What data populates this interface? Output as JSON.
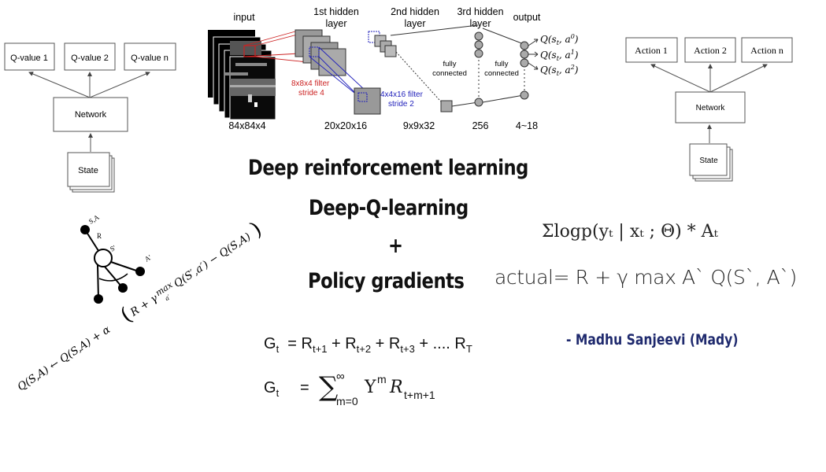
{
  "left_diagram": {
    "outputs": [
      "Q-value 1",
      "Q-value 2",
      "Q-value n"
    ],
    "network": "Network",
    "state": "State"
  },
  "right_diagram": {
    "outputs": [
      "Action 1",
      "Action 2",
      "Action n"
    ],
    "network": "Network",
    "state": "State"
  },
  "dqn_architecture": {
    "columns": [
      "input",
      "1st hidden layer",
      "2nd hidden layer",
      "3rd hidden layer",
      "output"
    ],
    "sizes": [
      "84x84x4",
      "20x20x16",
      "9x9x32",
      "256",
      "4~18"
    ],
    "filter1": {
      "line1": "8x8x4 filter",
      "line2": "stride 4",
      "color": "#cc2222"
    },
    "filter2": {
      "line1": "4x4x16 filter",
      "line2": "stride 2",
      "color": "#2222bb"
    },
    "fc_label": {
      "line1": "fully",
      "line2": "connected"
    },
    "outputs": [
      "Q(s_t, a^0)",
      "Q(s_t, a^1)",
      "Q(s_t, a^2)"
    ]
  },
  "title": {
    "line1": "Deep reinforcement learning",
    "line2": "Deep-Q-learning",
    "plus": "+",
    "line3": "Policy gradients"
  },
  "tree": {
    "labels": [
      "S,A",
      "R",
      "S'",
      "A'"
    ],
    "update_rule": "Q(S,A) ← Q(S,A) + α ( R + γ max Q(S′,a′) − Q(S,A) )"
  },
  "formulas": {
    "policy_gradient": "Σlogp(yₜ | xₜ ; Θ) * Aₜ",
    "actual": "actual= R + γ max A` Q(S`, A`)",
    "return1": "Gt  = Rt+1 + Rt+2 + Rt+3 + .... RT",
    "return2": "Gt  =  Σ m=0 ∞ Υ m R t+m+1"
  },
  "author": {
    "text": "- Madhu Sanjeevi (Mady)",
    "color": "#1f2a6e"
  }
}
